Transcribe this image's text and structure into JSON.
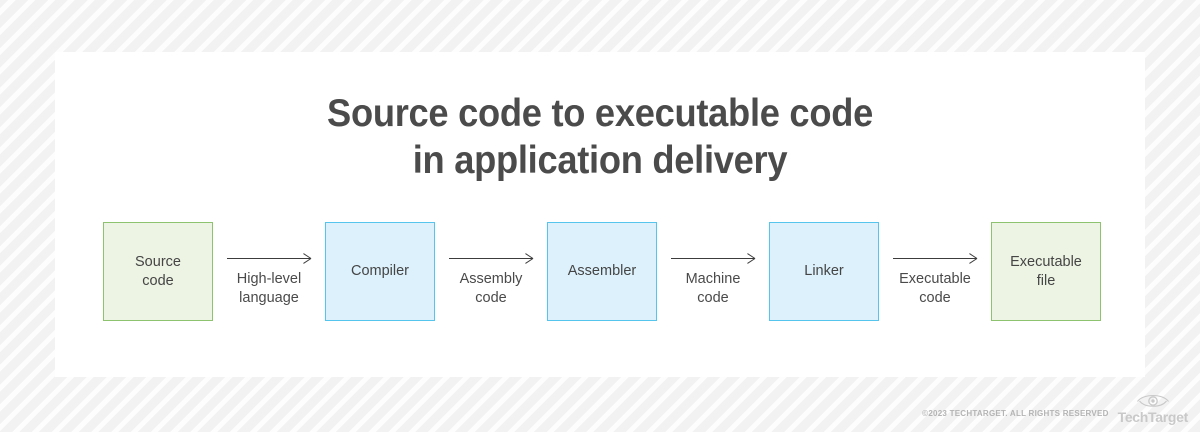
{
  "graphic": {
    "title_line1": "Source code to executable code",
    "title_line2": "in application delivery",
    "title_color": "#4b4b4b",
    "card_background": "#ffffff",
    "background_pattern": "diagonal-stripes"
  },
  "chart_data": {
    "type": "diagram",
    "title": "Source code to executable code in application delivery",
    "nodes": [
      {
        "label": "Source code",
        "style": "green",
        "fill": "#edf4e4",
        "border": "#8dc36f"
      },
      {
        "label": "Compiler",
        "style": "blue",
        "fill": "#dcf1fb",
        "border": "#56c5ee"
      },
      {
        "label": "Assembler",
        "style": "blue",
        "fill": "#dcf1fb",
        "border": "#56c5ee"
      },
      {
        "label": "Linker",
        "style": "blue",
        "fill": "#dcf1fb",
        "border": "#56c5ee"
      },
      {
        "label": "Executable file",
        "style": "green",
        "fill": "#edf4e4",
        "border": "#8dc36f"
      }
    ],
    "edges": [
      {
        "from": "Source code",
        "to": "Compiler",
        "label_line1": "High-level",
        "label_line2": "language"
      },
      {
        "from": "Compiler",
        "to": "Assembler",
        "label_line1": "Assembly",
        "label_line2": "code"
      },
      {
        "from": "Assembler",
        "to": "Linker",
        "label_line1": "Machine",
        "label_line2": "code"
      },
      {
        "from": "Linker",
        "to": "Executable file",
        "label_line1": "Executable",
        "label_line2": "code"
      }
    ]
  },
  "nodes": {
    "n0_line1": "Source",
    "n0_line2": "code",
    "n1_line1": "Compiler",
    "n2_line1": "Assembler",
    "n3_line1": "Linker",
    "n4_line1": "Executable",
    "n4_line2": "file"
  },
  "edges": {
    "e0_line1": "High-level",
    "e0_line2": "language",
    "e1_line1": "Assembly",
    "e1_line2": "code",
    "e2_line1": "Machine",
    "e2_line2": "code",
    "e3_line1": "Executable",
    "e3_line2": "code"
  },
  "footer": {
    "copyright": "©2023 TECHTARGET. ALL RIGHTS RESERVED",
    "logo_word": "TechTarget",
    "logo_icon": "eye-icon"
  }
}
